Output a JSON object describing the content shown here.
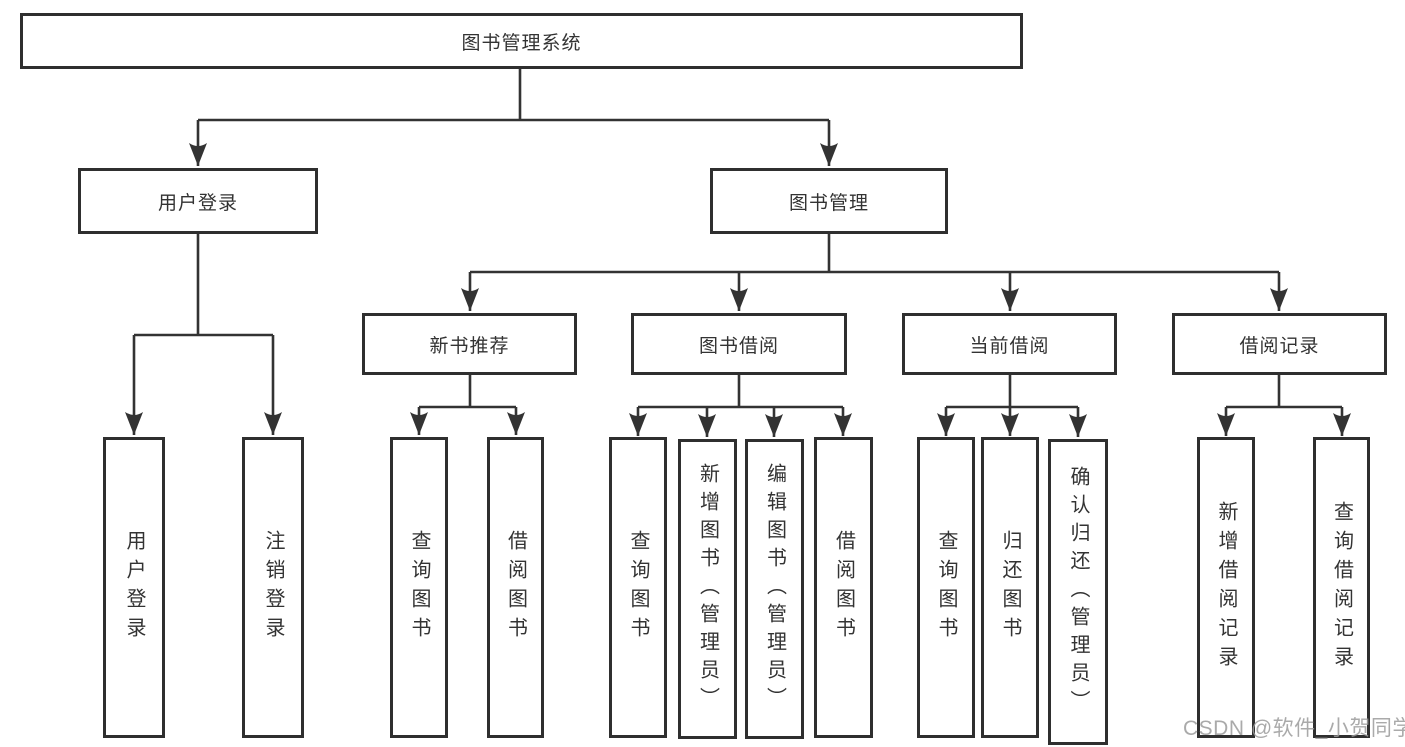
{
  "diagram": {
    "root": {
      "label": "图书管理系统"
    },
    "branches": [
      {
        "label": "用户登录",
        "children": [
          {
            "label": "用户登录"
          },
          {
            "label": "注销登录"
          }
        ]
      },
      {
        "label": "图书管理",
        "children": [
          {
            "label": "新书推荐",
            "children": [
              {
                "label": "查询图书"
              },
              {
                "label": "借阅图书"
              }
            ]
          },
          {
            "label": "图书借阅",
            "children": [
              {
                "label": "查询图书"
              },
              {
                "label": "新增图书（管理员）"
              },
              {
                "label": "编辑图书（管理员）"
              },
              {
                "label": "借阅图书"
              }
            ]
          },
          {
            "label": "当前借阅",
            "children": [
              {
                "label": "查询图书"
              },
              {
                "label": "归还图书"
              },
              {
                "label": "确认归还（管理员）"
              }
            ]
          },
          {
            "label": "借阅记录",
            "children": [
              {
                "label": "新增借阅记录"
              },
              {
                "label": "查询借阅记录"
              }
            ]
          }
        ]
      }
    ]
  },
  "watermark": {
    "text": "CSDN @软件_小贺同学",
    "color": "#9c9c9c"
  },
  "colors": {
    "line": "#333333",
    "border": "#2f2f2f",
    "text": "#333333",
    "background": "#ffffff"
  }
}
